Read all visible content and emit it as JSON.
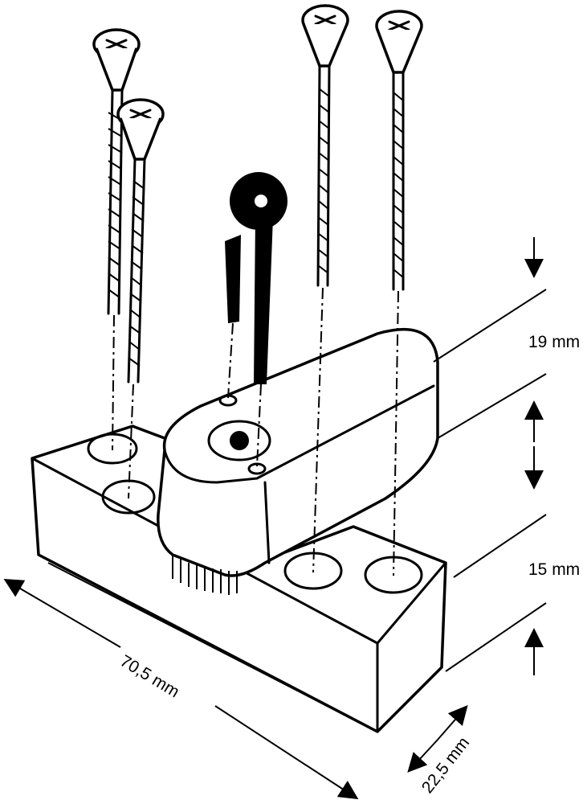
{
  "dimensions": {
    "height_upper": "19 mm",
    "height_lower": "15 mm",
    "length": "70,5 mm",
    "depth": "22,5 mm"
  },
  "colors": {
    "line": "#000000",
    "background": "#ffffff"
  }
}
